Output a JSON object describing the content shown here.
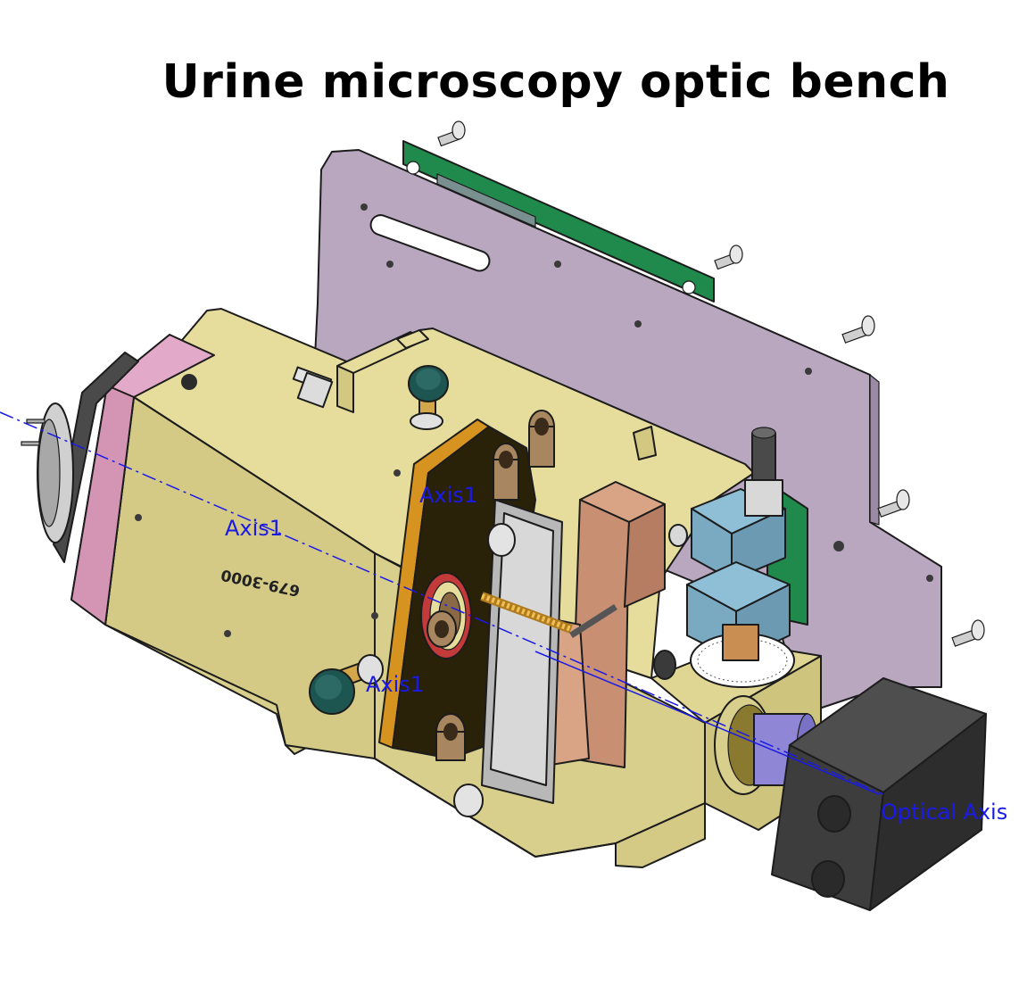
{
  "title": "Urine microscopy optic bench",
  "labels": {
    "axis_upper_left": "Axis1",
    "axis_lens_plate": "Axis1",
    "axis_lower_knob": "Axis1",
    "optical_axis": "Optical Axis",
    "part_number": "679-3000"
  },
  "colors": {
    "mounting_plate": "#b9a6bf",
    "circuit_board": "#1f8a4c",
    "housing": "#d9cf8c",
    "light_end_cap": "#e3a9c8",
    "knob": "#1d5550",
    "copper_block": "#d9a486",
    "bracket_blue": "#8fbfd6",
    "camera_body": "#3d3d3d",
    "lens_barrel": "#8f87d6",
    "axis_line": "#1a1ae6"
  }
}
